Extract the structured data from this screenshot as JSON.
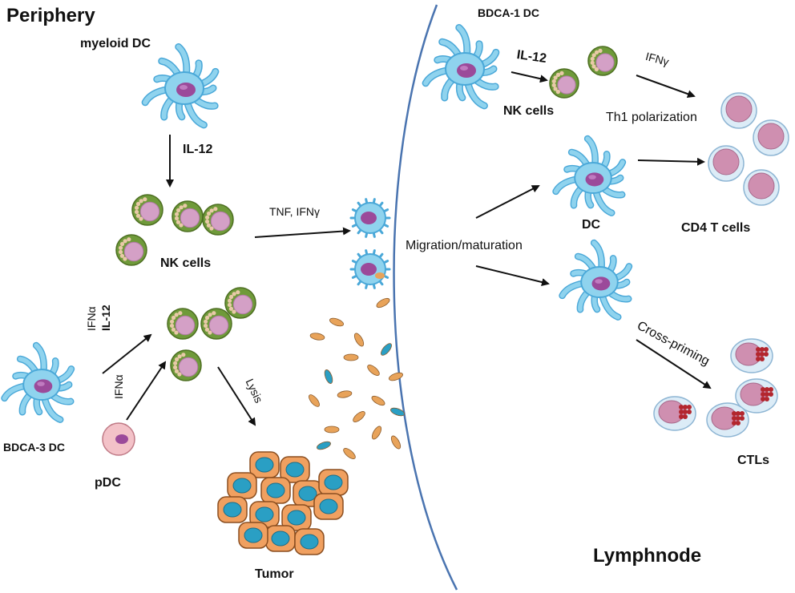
{
  "regions": {
    "periphery": "Periphery",
    "lymphnode": "Lymphnode"
  },
  "cells": {
    "myeloid_dc": "myeloid DC",
    "nk_cells_periphery": "NK cells",
    "bdca3_dc": "BDCA-3 DC",
    "pdc": "pDC",
    "tumor": "Tumor",
    "bdca1_dc": "BDCA-1 DC",
    "nk_cells_lymphnode": "NK cells",
    "dc": "DC",
    "cd4_t_cells": "CD4 T cells",
    "ctls": "CTLs"
  },
  "signals": {
    "il12_myeloid": "IL-12",
    "tnf_ifng": "TNF, IFNγ",
    "ifna_il12_line1": "IFNα",
    "ifna_il12_line2": "IL-12",
    "ifna_pdc": "IFNα",
    "lysis": "Lysis",
    "migration": "Migration/maturation",
    "il12_bdca1": "IL-12",
    "ifng_lymph": "IFNγ",
    "th1": "Th1 polarization",
    "cross_priming": "Cross-priming"
  },
  "colors": {
    "dc_body": "#8fd3ee",
    "dc_outline": "#4aa8d8",
    "nucleus": "#9b4a9a",
    "nk_outer": "#6f9a3a",
    "nk_inner": "#d4a0c6",
    "granule": "#e9c9a8",
    "t_cell_shell": "#dcecf7",
    "t_cell_core": "#cf8fb0",
    "ctl_granule": "#b3262e",
    "tumor_cell": "#f0a060",
    "tumor_nucleus": "#2a9fc4",
    "fragment": "#e8a35a",
    "boundary": "#4a74b0",
    "arrow": "#111111"
  }
}
